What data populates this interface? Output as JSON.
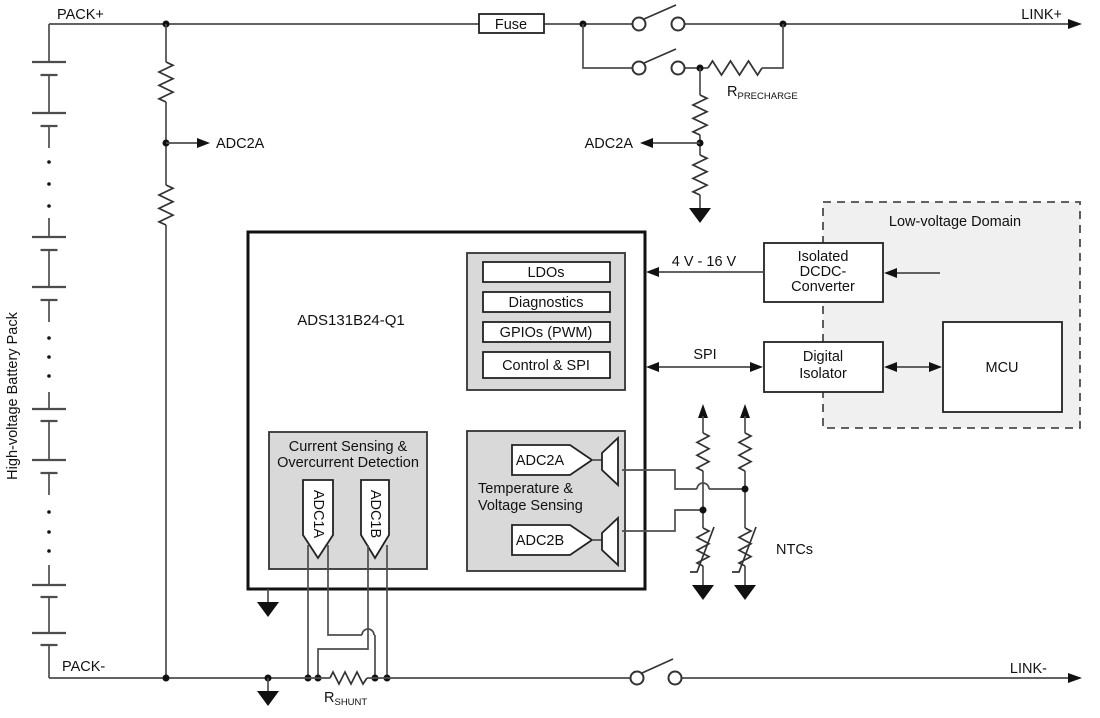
{
  "diagram": {
    "labels": {
      "pack_plus": "PACK+",
      "pack_minus": "PACK-",
      "link_plus": "LINK+",
      "link_minus": "LINK-",
      "battery": "High-voltage Battery Pack",
      "fuse": "Fuse",
      "adc2a_left_tap": "ADC2A",
      "adc2a_precharge_tap": "ADC2A",
      "supply": "4 V - 16 V",
      "spi": "SPI",
      "ntcs": "NTCs"
    },
    "resistors": {
      "precharge_base": "R",
      "precharge_sub": "PRECHARGE",
      "shunt_base": "R",
      "shunt_sub": "SHUNT"
    },
    "chip": {
      "name": "ADS131B24-Q1",
      "digital_blocks": [
        "LDOs",
        "Diagnostics",
        "GPIOs (PWM)",
        "Control & SPI"
      ],
      "current_block": {
        "title1": "Current Sensing &",
        "title2": "Overcurrent Detection",
        "adc_a": "ADC1A",
        "adc_b": "ADC1B"
      },
      "temp_block": {
        "title1": "Temperature &",
        "title2": "Voltage Sensing",
        "adc_a": "ADC2A",
        "adc_b": "ADC2B"
      }
    },
    "low_voltage_domain": {
      "title": "Low-voltage Domain",
      "dcdc_line1": "Isolated",
      "dcdc_line2": "DCDC-",
      "dcdc_line3": "Converter",
      "isolator_line1": "Digital",
      "isolator_line2": "Isolator",
      "mcu": "MCU"
    },
    "colors": {
      "wire": "#4d4d4d",
      "outline": "#111111",
      "block_fill": "#d9d9d9",
      "domain_fill": "#f0f0f0",
      "background": "#ffffff"
    }
  }
}
